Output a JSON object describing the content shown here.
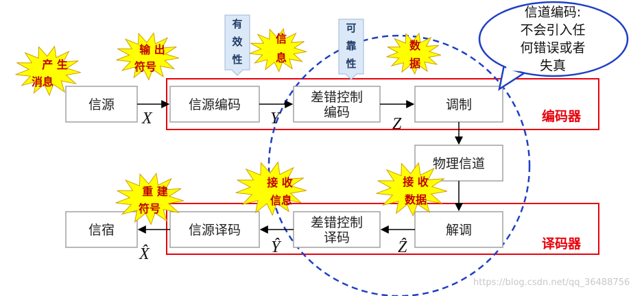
{
  "encoder_label": "编码器",
  "decoder_label": "译码器",
  "boxes": {
    "source": "信源",
    "source_encoder": "信源编码",
    "channel_encoder": [
      "差错控制",
      "编码"
    ],
    "modulation": "调制",
    "physical_channel": "物理信道",
    "demodulation": "解调",
    "channel_decoder": [
      "差错控制",
      "译码"
    ],
    "source_decoder": "信源译码",
    "sink": "信宿"
  },
  "variables": {
    "x": "X",
    "y": "Y",
    "z": "Z",
    "x_hat": "X̂",
    "y_hat": "Ŷ",
    "z_hat": "Ẑ"
  },
  "bursts": {
    "produce_message": [
      "产 生",
      "消息"
    ],
    "output_symbol": [
      "输 出",
      "符号"
    ],
    "information": [
      "信",
      "息"
    ],
    "data": [
      "数",
      "据"
    ],
    "rebuild_symbol": [
      "重 建",
      "符号"
    ],
    "receive_info": [
      "接 收",
      "信息"
    ],
    "receive_data": [
      "接 收",
      "数据"
    ]
  },
  "tags": {
    "validity": [
      "有",
      "效",
      "性"
    ],
    "reliability": [
      "可",
      "靠",
      "性"
    ]
  },
  "callout": [
    "信道编码:",
    "不会引入任",
    "何错误或者",
    "失真"
  ],
  "watermark": "https://blog.csdn.net/qq_36488756"
}
